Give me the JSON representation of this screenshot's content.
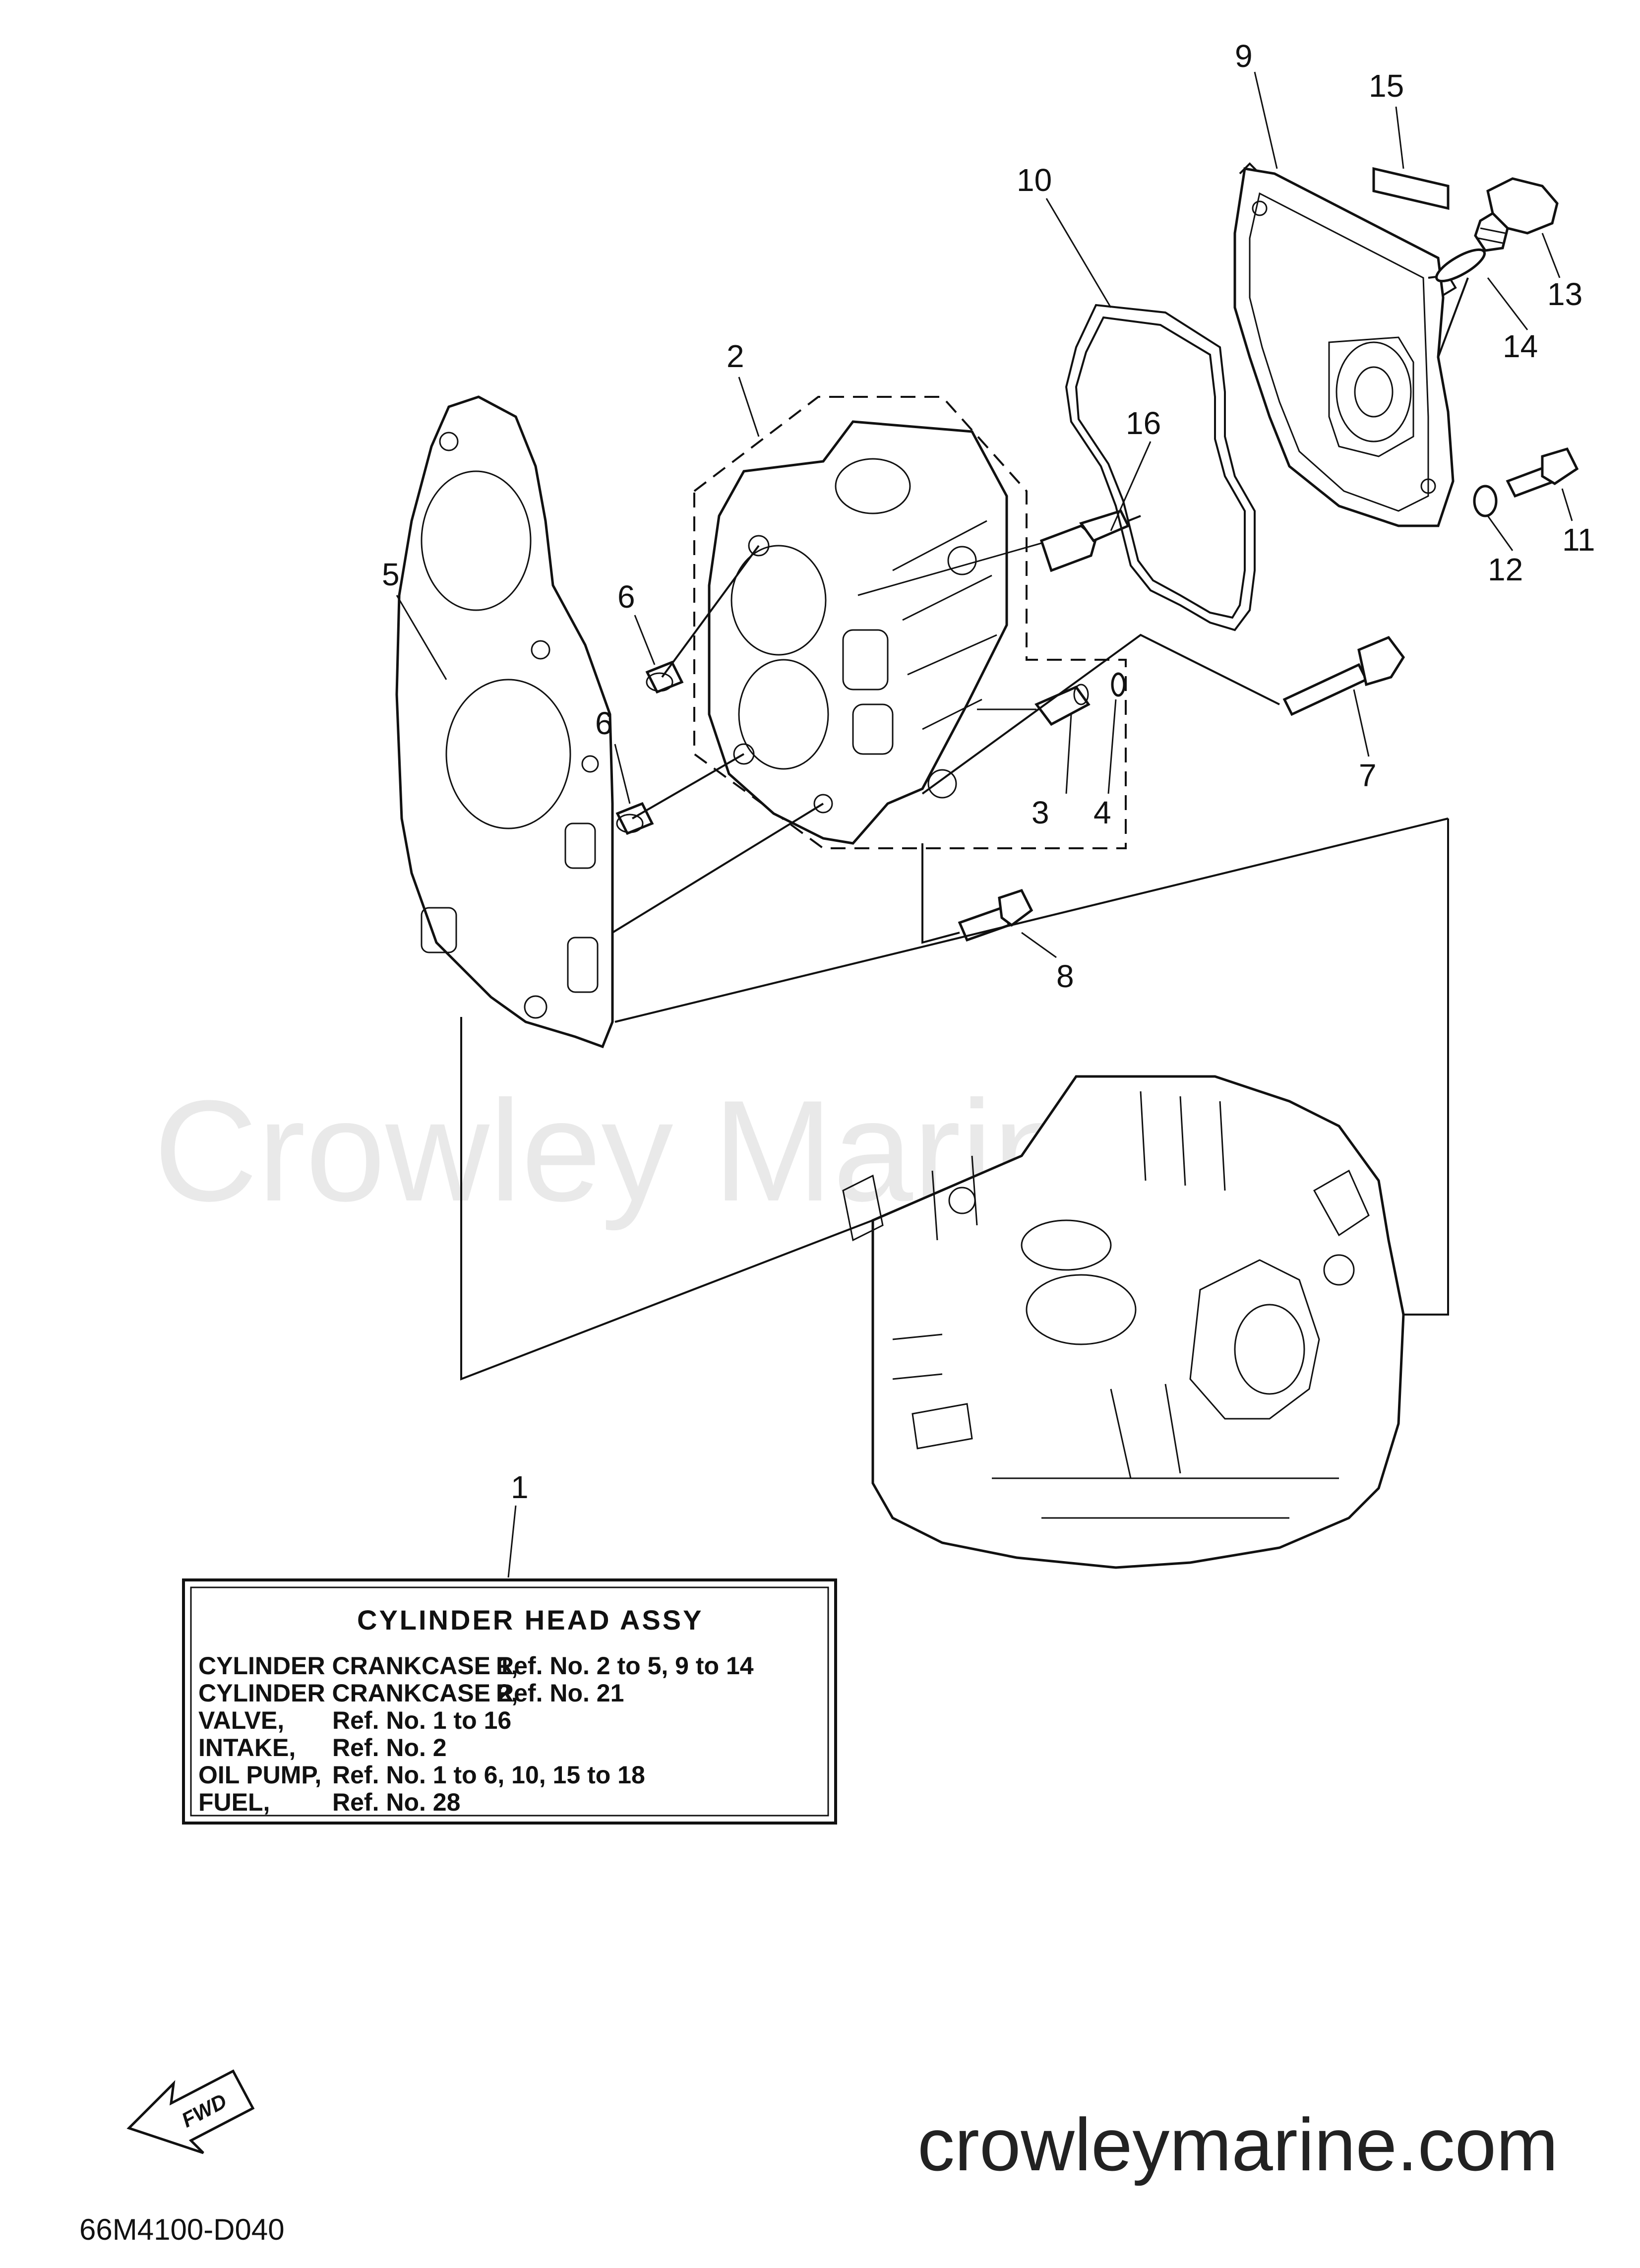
{
  "watermark": "Crowley Marine",
  "website": "crowleymarine.com",
  "diagram_code": "66M4100-D040",
  "fwd_label": "FWD",
  "callouts": {
    "c1": "1",
    "c2": "2",
    "c3": "3",
    "c4": "4",
    "c5": "5",
    "c6a": "6",
    "c6b": "6",
    "c7": "7",
    "c8": "8",
    "c9": "9",
    "c10": "10",
    "c11": "11",
    "c12": "12",
    "c13": "13",
    "c14": "14",
    "c15": "15",
    "c16": "16"
  },
  "assy_box": {
    "title": "CYLINDER HEAD ASSY",
    "lines": [
      {
        "name": "CYLINDER CRANKCASE 1,",
        "ref": "Ref. No. 2 to 5, 9 to 14"
      },
      {
        "name": "CYLINDER CRANKCASE 2,",
        "ref": "Ref. No. 21"
      },
      {
        "name": "VALVE,",
        "ref": "Ref. No. 1 to 16"
      },
      {
        "name": "INTAKE,",
        "ref": "Ref. No. 2"
      },
      {
        "name": "OIL PUMP,",
        "ref": "Ref. No. 1 to 6, 10, 15 to 18"
      },
      {
        "name": "FUEL,",
        "ref": "Ref. No. 28"
      }
    ]
  }
}
